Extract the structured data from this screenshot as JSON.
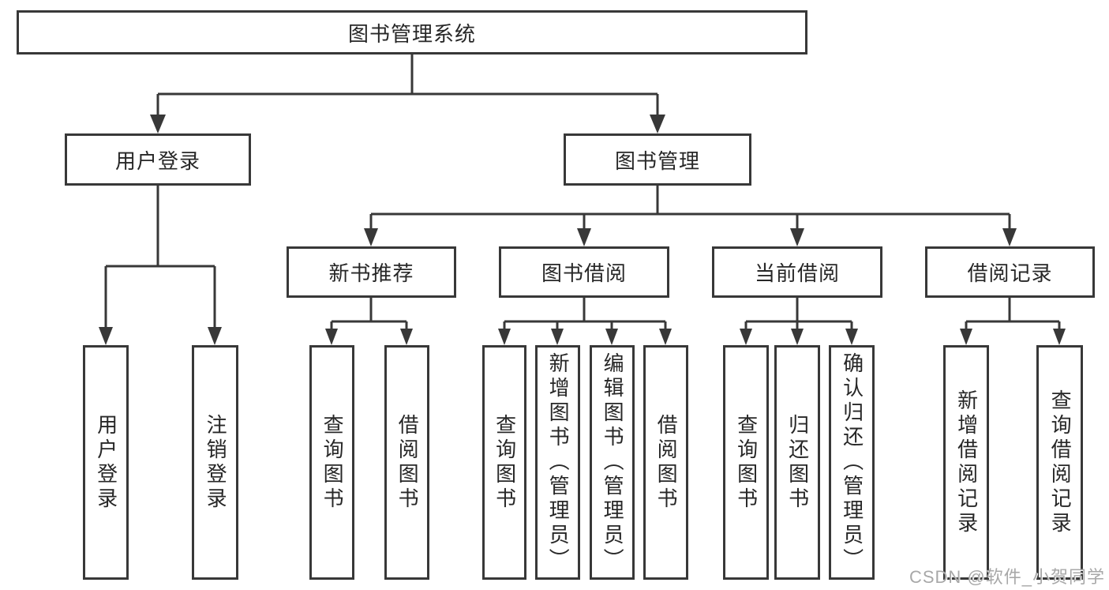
{
  "watermark": "CSDN @软件_小贺同学",
  "tree": {
    "root": "图书管理系统",
    "level2": [
      {
        "label": "用户登录",
        "children": [
          "用户登录",
          "注销登录"
        ]
      },
      {
        "label": "图书管理",
        "children": [
          {
            "label": "新书推荐",
            "children": [
              "查询图书",
              "借阅图书"
            ]
          },
          {
            "label": "图书借阅",
            "children": [
              "查询图书",
              "新增图书（管理员）",
              "编辑图书（管理员）",
              "借阅图书"
            ]
          },
          {
            "label": "当前借阅",
            "children": [
              "查询图书",
              "归还图书",
              "确认归还（管理员）"
            ]
          },
          {
            "label": "借阅记录",
            "children": [
              "新增借阅记录",
              "查询借阅记录"
            ]
          }
        ]
      }
    ]
  }
}
